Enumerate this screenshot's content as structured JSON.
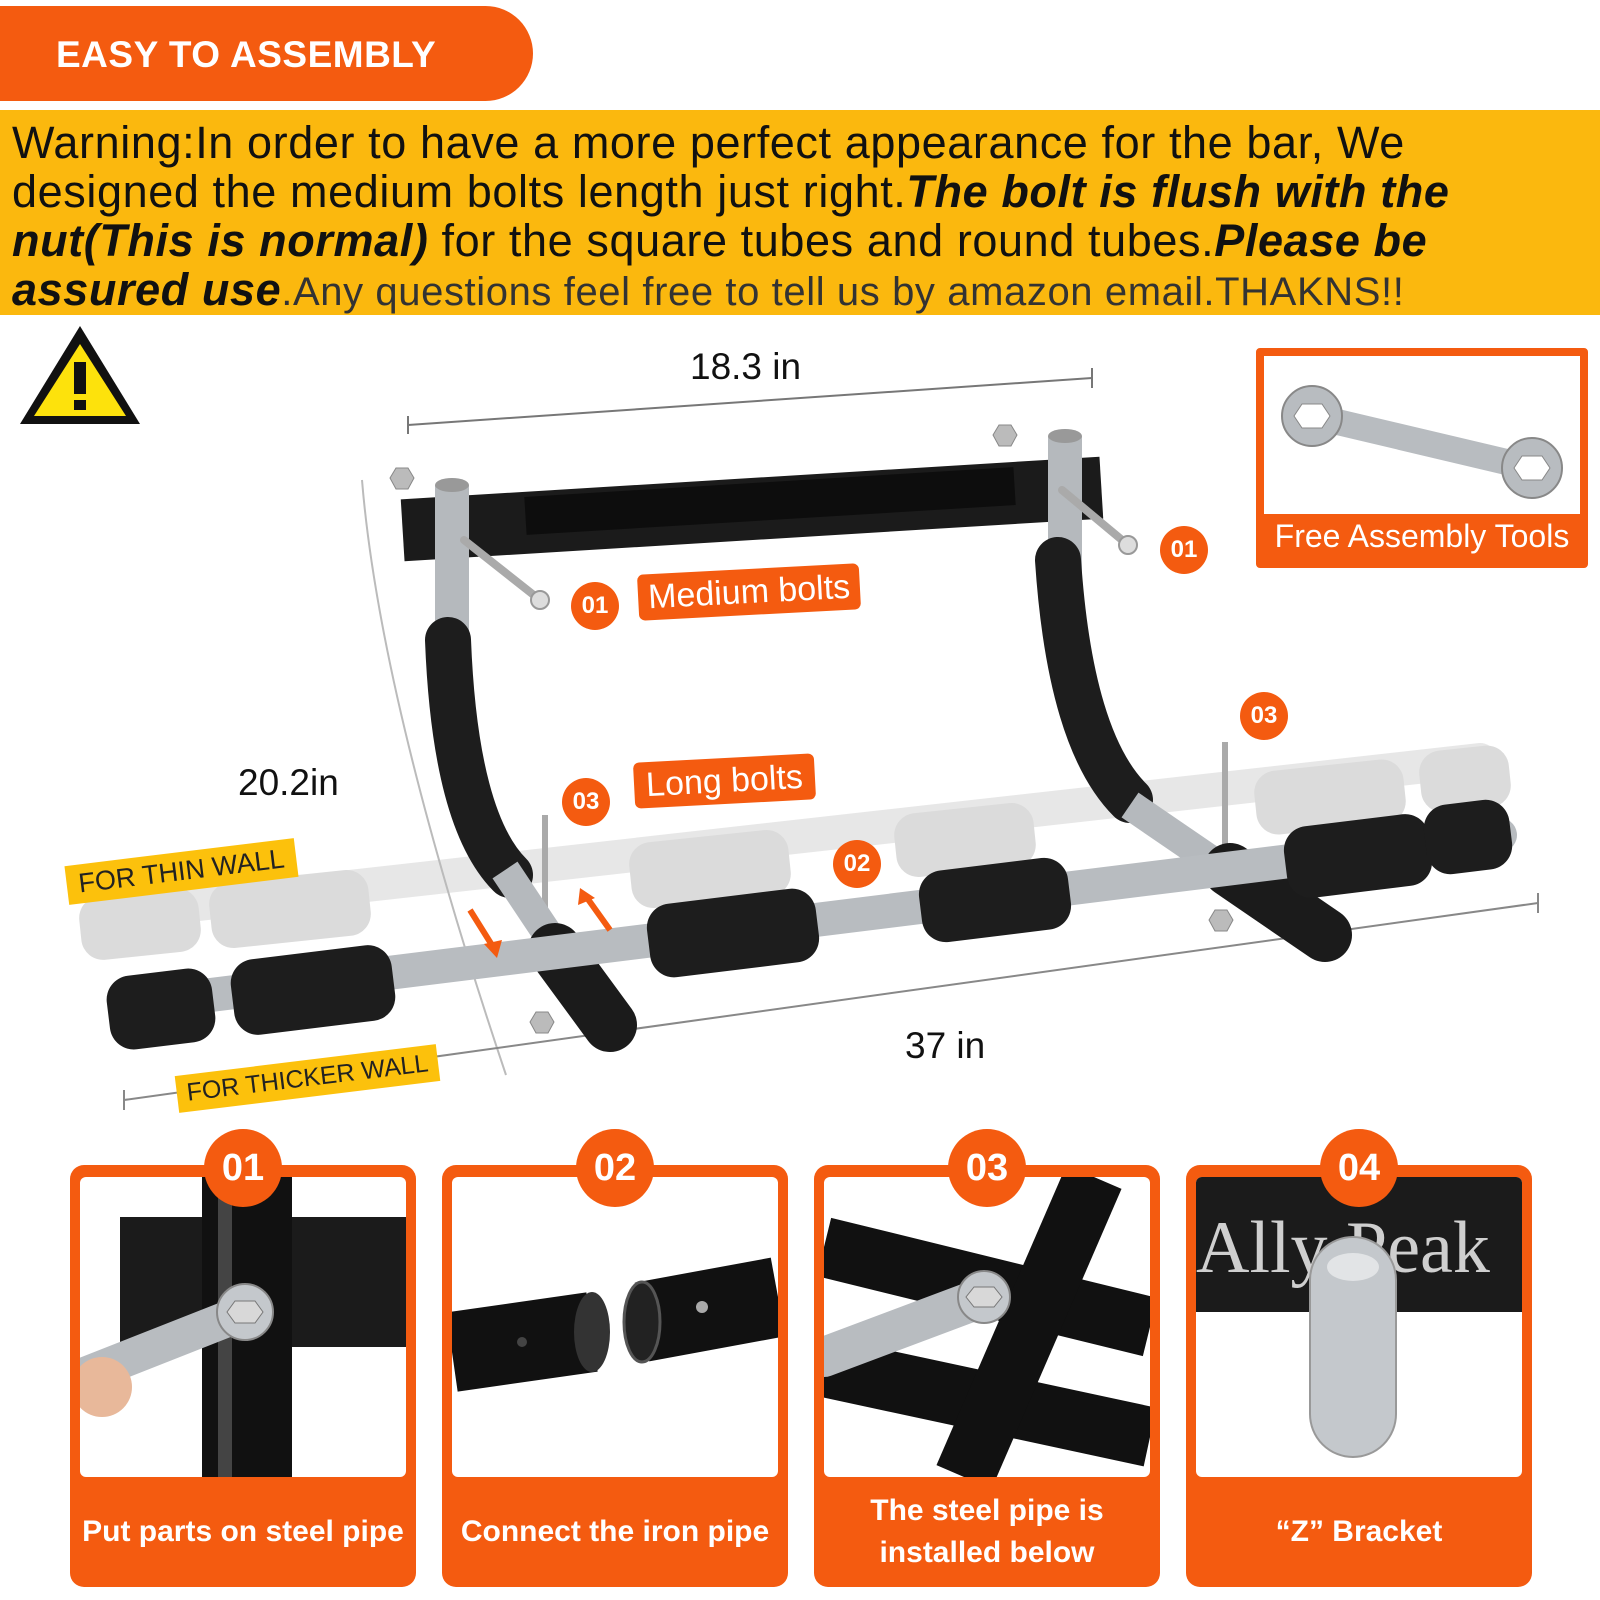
{
  "header": {
    "banner": "EASY TO ASSEMBLY"
  },
  "warning": {
    "part1": "Warning:In order to have a more perfect appearance for the bar, We designed the medium bolts length just right.",
    "part2": "The bolt is flush with the nut(This is normal)",
    "part3": " for the square tubes and round tubes.",
    "part4": "Please be assured use",
    "part5": ".Any questions feel free to tell us by amazon email.THAKNS!!"
  },
  "dimensions": {
    "top_width": "18.3 in",
    "height": "20.2in",
    "length": "37 in"
  },
  "callouts": {
    "medium_bolts": "Medium bolts",
    "long_bolts": "Long bolts",
    "num_01": "01",
    "num_02": "02",
    "num_03": "03",
    "thin_wall": "FOR THIN WALL",
    "thicker_wall": "FOR THICKER WALL"
  },
  "tools": {
    "label": "Free Assembly Tools"
  },
  "steps": [
    {
      "num": "01",
      "caption": "Put parts on steel pipe"
    },
    {
      "num": "02",
      "caption": "Connect the iron pipe"
    },
    {
      "num": "03",
      "caption": "The steel pipe is installed below"
    },
    {
      "num": "04",
      "caption": "“Z” Bracket",
      "brand": "Ally Peak"
    }
  ],
  "colors": {
    "accent": "#f45b10",
    "warning_bg": "#fbb80e",
    "tag_yellow": "#fcc10c"
  }
}
